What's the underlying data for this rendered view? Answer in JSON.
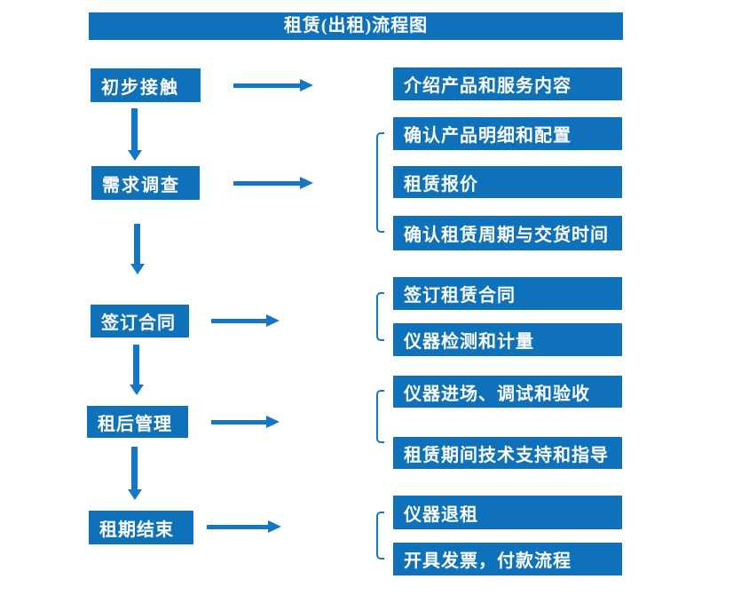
{
  "title": "租赁(出租)流程图",
  "colors": {
    "primary_blue": "#0e71ba",
    "arrow_blue": "#1577c3",
    "text_white": "#ffffff",
    "background": "#ffffff"
  },
  "flow": {
    "rows": [
      {
        "stage": "初步接触",
        "outputs": [
          "介绍产品和服务内容"
        ]
      },
      {
        "stage": "需求调查",
        "outputs": [
          "确认产品明细和配置",
          "租赁报价",
          "确认租赁周期与交货时间"
        ]
      },
      {
        "stage": "签订合同",
        "outputs": [
          "签订租赁合同",
          "仪器检测和计量"
        ]
      },
      {
        "stage": "租后管理",
        "outputs": [
          "仪器进场、调试和验收",
          "租赁期间技术支持和指导"
        ]
      },
      {
        "stage": "租期结束",
        "outputs": [
          "仪器退租",
          "开具发票，付款流程"
        ]
      }
    ]
  }
}
